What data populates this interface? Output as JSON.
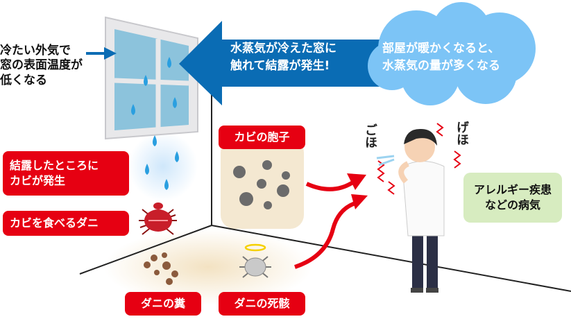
{
  "cold_air": {
    "lines": [
      "冷たい外気で",
      "窓の表面温度が",
      "低くなる"
    ]
  },
  "arrow_text": {
    "lines": [
      "水蒸気が冷えた窓に",
      "触れて結露が発生!"
    ]
  },
  "cloud_text": {
    "lines": [
      "部屋が暖かくなると、",
      "水蒸気の量が多くなる"
    ]
  },
  "labels": {
    "mold_at_condensation": [
      "結露したところに",
      "カビが発生"
    ],
    "mites_eat_mold": "カビを食べるダニ",
    "mold_spores": "カビの胞子",
    "mite_feces": "ダニの糞",
    "mite_carcass": "ダニの死骸"
  },
  "disease": {
    "lines": [
      "アレルギー疾患",
      "などの病気"
    ]
  },
  "cough_left": "ごほ",
  "cough_right": "げほ",
  "colors": {
    "red": "#e60012",
    "blue": "#0a6cb4",
    "cloud": "#7cc4f6",
    "green": "#d7ecc0"
  }
}
